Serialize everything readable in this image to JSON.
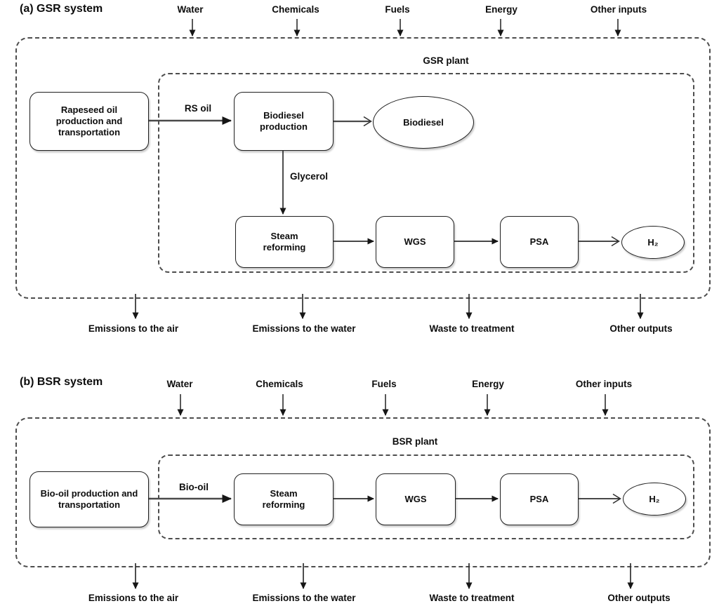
{
  "colors": {
    "text": "#0d0d0d",
    "solid_border": "#1f1f1f",
    "dashed_border": "#4d4d4d",
    "arrow": "#333333"
  },
  "sections": [
    {
      "id": "gsr",
      "title": "(a) GSR system",
      "plant_label": "GSR plant",
      "inputs": [
        "Water",
        "Chemicals",
        "Fuels",
        "Energy",
        "Other inputs"
      ],
      "outputs": [
        "Emissions to the air",
        "Emissions to the water",
        "Waste to treatment",
        "Other outputs"
      ],
      "nodes": {
        "source": "Rapeseed oil production and transportation",
        "biodiesel_production": "Biodiesel production",
        "biodiesel_product": "Biodiesel",
        "steam_reforming": "Steam reforming",
        "wgs": "WGS",
        "psa": "PSA",
        "h2": "H₂"
      },
      "flow_labels": {
        "feed": "RS oil",
        "glycerol": "Glycerol"
      }
    },
    {
      "id": "bsr",
      "title": "(b) BSR system",
      "plant_label": "BSR plant",
      "inputs": [
        "Water",
        "Chemicals",
        "Fuels",
        "Energy",
        "Other inputs"
      ],
      "outputs": [
        "Emissions to the air",
        "Emissions to the water",
        "Waste to treatment",
        "Other outputs"
      ],
      "nodes": {
        "source": "Bio-oil production and transportation",
        "steam_reforming": "Steam reforming",
        "wgs": "WGS",
        "psa": "PSA",
        "h2": "H₂"
      },
      "flow_labels": {
        "feed": "Bio-oil"
      }
    }
  ]
}
